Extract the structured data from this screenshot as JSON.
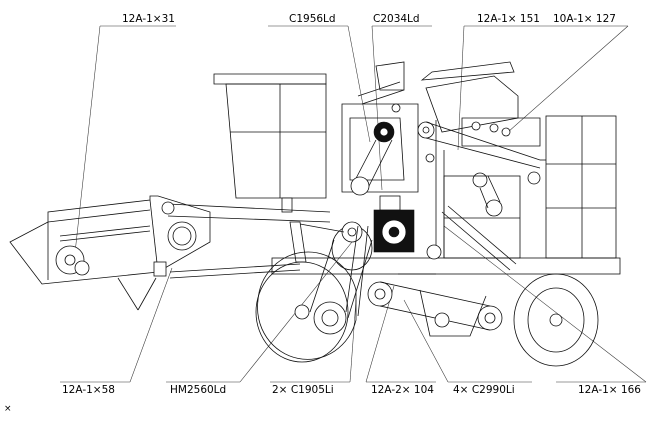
{
  "labels": {
    "top_left": "12A-1×31",
    "c1956": "C1956Ld",
    "c2034": "C2034Ld",
    "top_151": "12A-1× 151",
    "top_127": "10A-1× 127",
    "bot_58": "12A-1×58",
    "hm2560": "HM2560Ld",
    "c1905": "2× C1905Li",
    "bot_104": "12A-2× 104",
    "c2990": "4× C2990Li",
    "bot_166": "12A-1× 166",
    "corner_mark": "×"
  }
}
